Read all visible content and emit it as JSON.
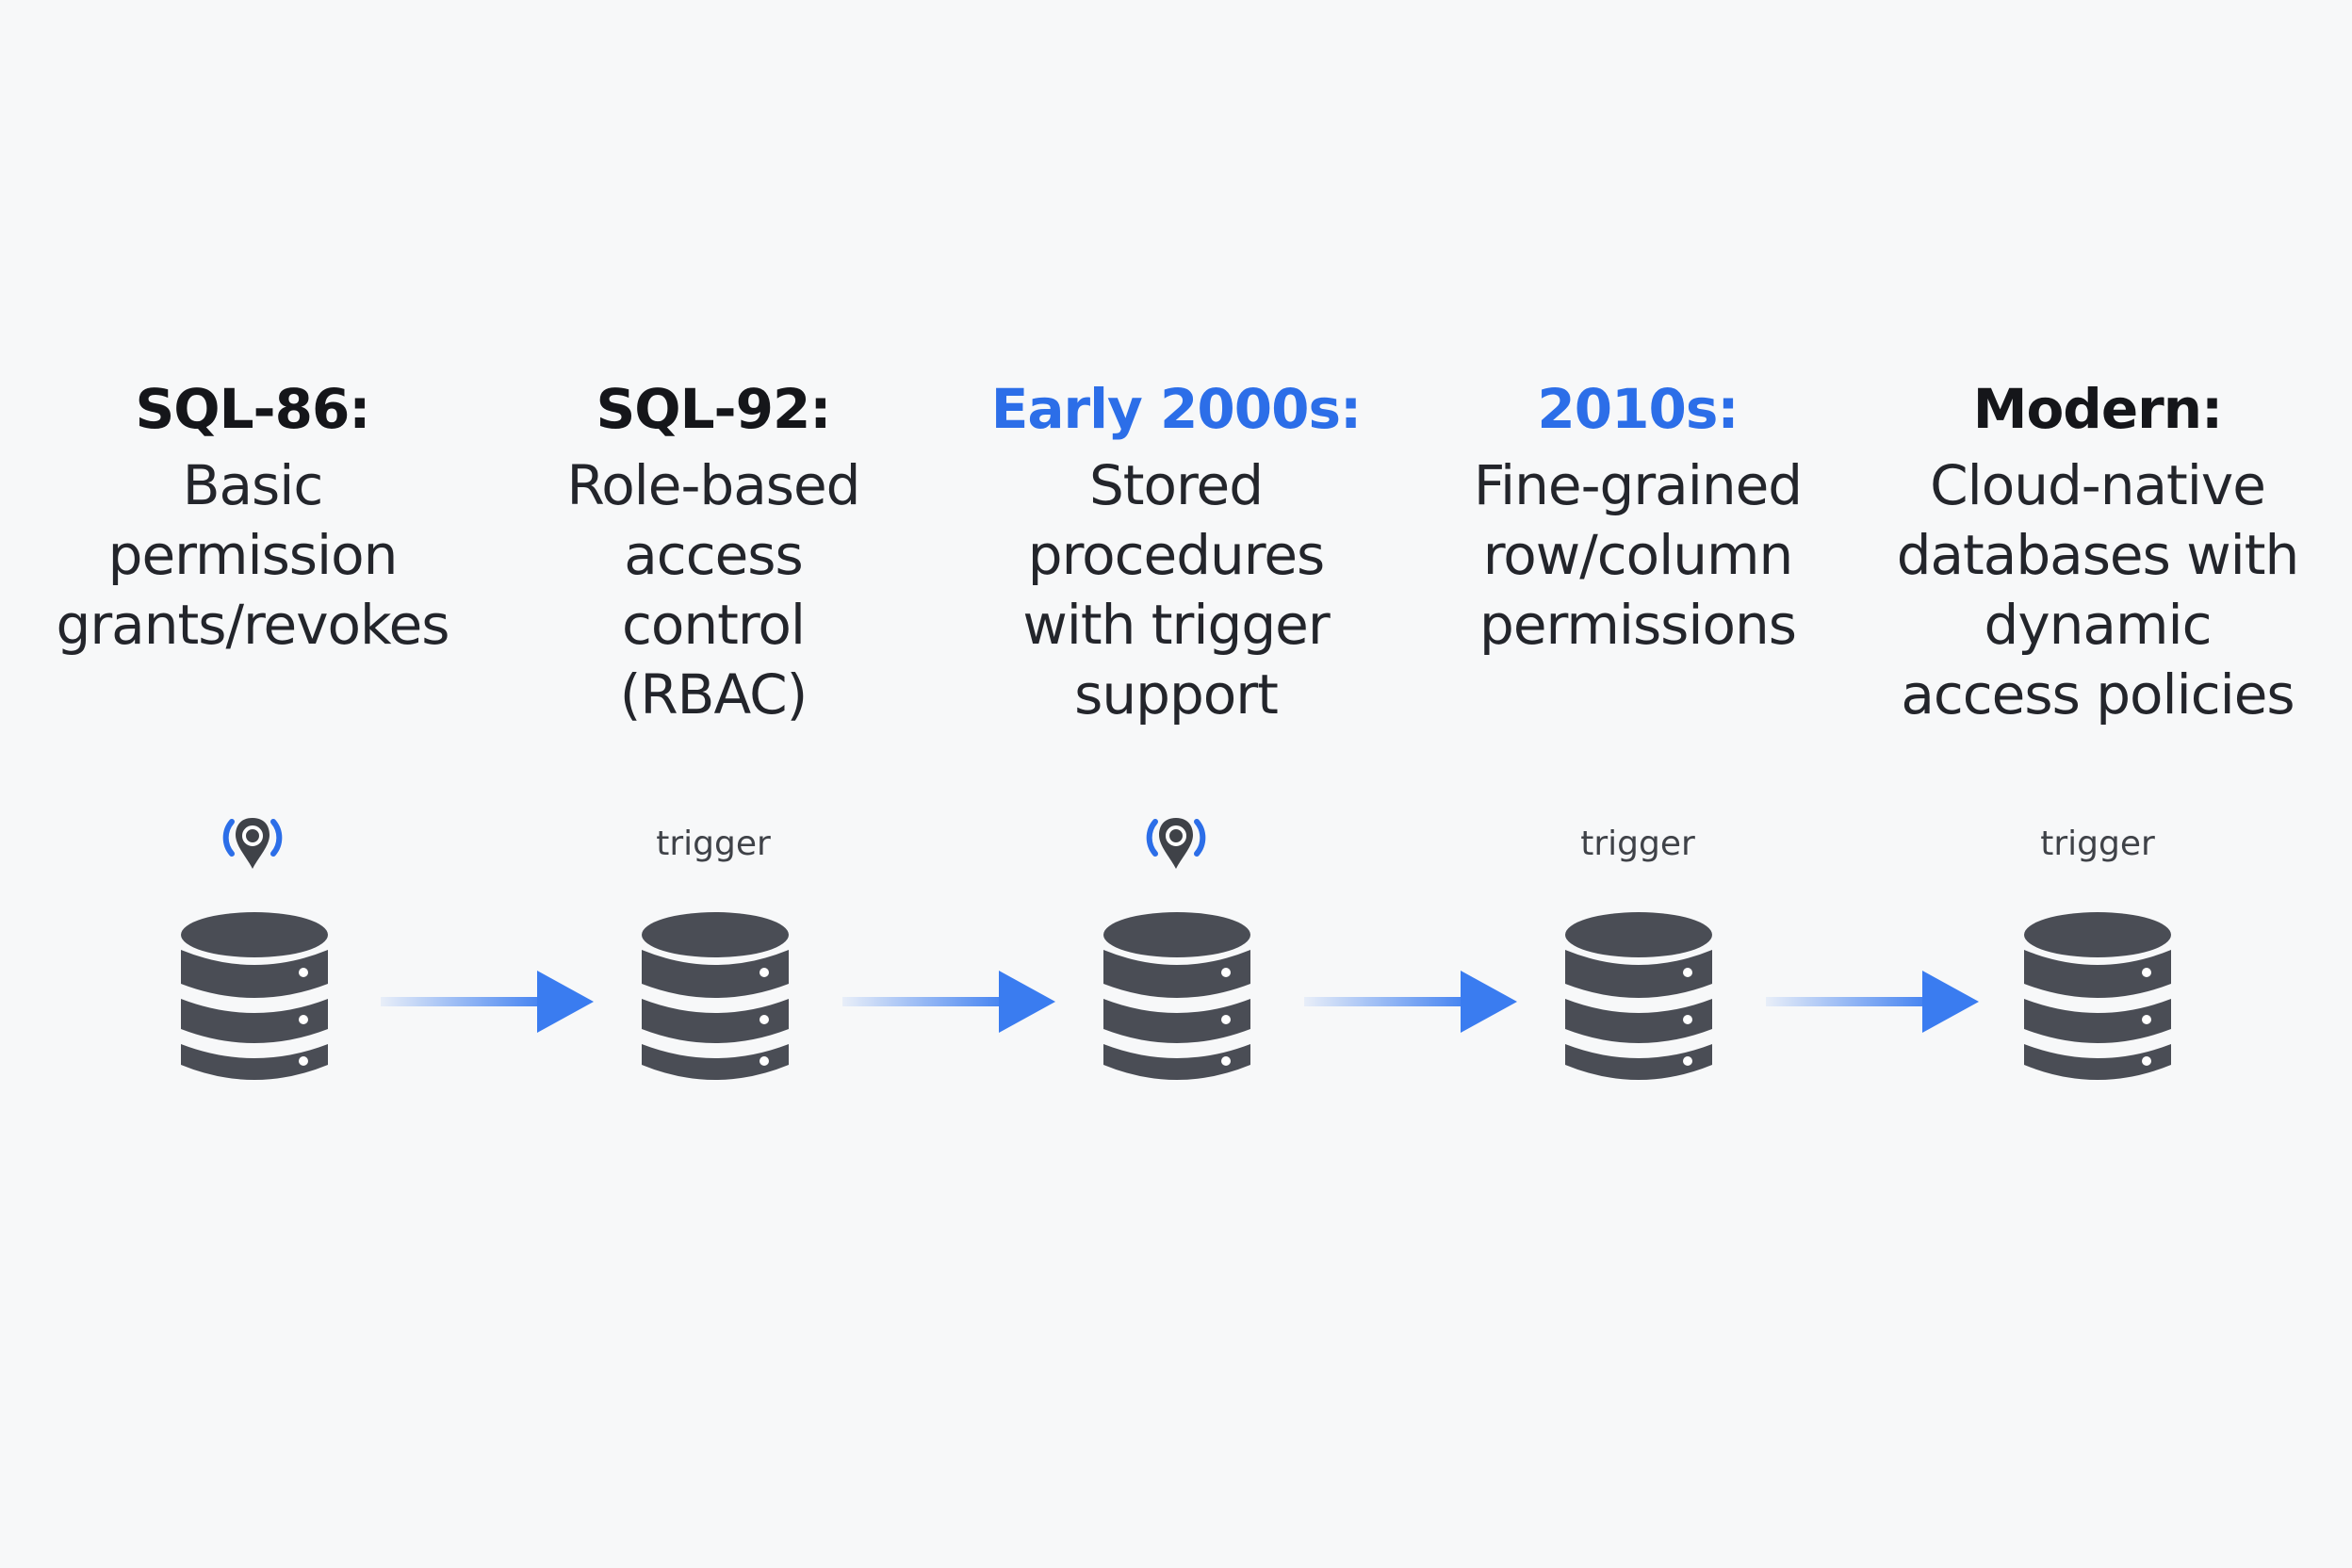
{
  "stages": [
    {
      "title": "SQL-86:",
      "description": [
        "Basic",
        "permission",
        "grants/revokes"
      ],
      "marker": {
        "type": "icon",
        "icon": "signal-location-pin-icon"
      },
      "title_color": "#15161a"
    },
    {
      "title": "SQL-92:",
      "description": [
        "Role-based",
        "access",
        "control",
        "(RBAC)"
      ],
      "marker": {
        "type": "label",
        "label": "trigger"
      },
      "title_color": "#15161a"
    },
    {
      "title": "Early 2000s:",
      "description": [
        "Stored",
        "procedures",
        "with trigger",
        "support"
      ],
      "marker": {
        "type": "icon",
        "icon": "signal-location-pin-icon"
      },
      "title_color": "#2c6ee8"
    },
    {
      "title": "2010s:",
      "description": [
        "Fine-grained",
        "row/column",
        "permissions"
      ],
      "marker": {
        "type": "label",
        "label": "trigger"
      },
      "title_color": "#2c6ee8"
    },
    {
      "title": "Modern:",
      "description": [
        "Cloud-native",
        "databases with",
        "dynamic",
        "access policies"
      ],
      "marker": {
        "type": "label",
        "label": "trigger"
      },
      "title_color": "#15161a"
    }
  ],
  "icons": {
    "stage_icon": "database-icon",
    "connector": "arrow-right-icon"
  },
  "colors": {
    "background": "#f7f8f9",
    "accent": "#2c6ee8",
    "database": "#4a4d55",
    "arrow": "#3a7cf0"
  }
}
